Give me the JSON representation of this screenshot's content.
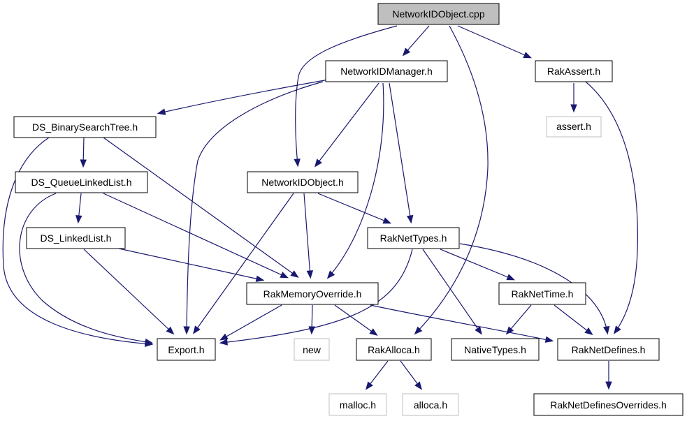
{
  "colors": {
    "edge": "#191970",
    "node_border": "#000000",
    "missing_border": "#bfbfbf",
    "main_fill": "#bfbfbf"
  },
  "nodes": {
    "networkidobject_cpp": "NetworkIDObject.cpp",
    "networkidmanager_h": "NetworkIDManager.h",
    "rakassert_h": "RakAssert.h",
    "assert_h": "assert.h",
    "ds_binarysearchtree_h": "DS_BinarySearchTree.h",
    "networkidobject_h": "NetworkIDObject.h",
    "ds_queuelinkedlist_h": "DS_QueueLinkedList.h",
    "raknettypes_h": "RakNetTypes.h",
    "ds_linkedlist_h": "DS_LinkedList.h",
    "rakmemoryoverride_h": "RakMemoryOverride.h",
    "raknettime_h": "RakNetTime.h",
    "export_h": "Export.h",
    "new": "new",
    "rakalloca_h": "RakAlloca.h",
    "nativetypes_h": "NativeTypes.h",
    "raknetdefines_h": "RakNetDefines.h",
    "malloc_h": "malloc.h",
    "alloca_h": "alloca.h",
    "raknetdefinesoverrides_h": "RakNetDefinesOverrides.h"
  }
}
